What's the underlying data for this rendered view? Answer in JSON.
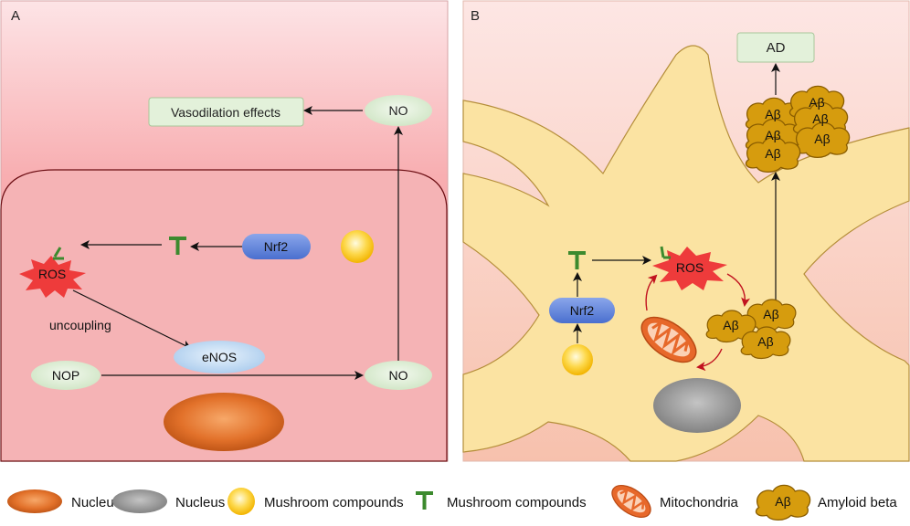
{
  "panels": {
    "a": {
      "letter": "A",
      "vasodilation": "Vasodilation effects",
      "no_top": "NO",
      "nrf2": "Nrf2",
      "ros": "ROS",
      "uncoupling": "uncoupling",
      "enos": "eNOS",
      "nop": "NOP",
      "no_bottom": "NO"
    },
    "b": {
      "letter": "B",
      "ad": "AD",
      "nrf2": "Nrf2",
      "ros": "ROS",
      "abeta": "Aβ"
    }
  },
  "legend": [
    {
      "icon": "orange-nucleus",
      "label": "Nucleus"
    },
    {
      "icon": "gray-nucleus",
      "label": "Nucleus"
    },
    {
      "icon": "yellow-sphere",
      "label": "Mushroom compounds"
    },
    {
      "icon": "green-t-inhibitor",
      "label": "Mushroom compounds"
    },
    {
      "icon": "mitochondrion",
      "label": "Mitochondria"
    },
    {
      "icon": "amyloid-cluster",
      "label": "Amyloid beta",
      "badge": "Aβ"
    }
  ],
  "colors": {
    "ros_red": "#ee3b3b",
    "nrf2_blue": "#5b7fd6",
    "no_green": "#dcebd4",
    "inhibitor_green": "#3c8a2e",
    "amyloid_gold": "#d49a0a",
    "arrow_red": "#c1121f",
    "cell_yellow": "#fbe3a2"
  }
}
